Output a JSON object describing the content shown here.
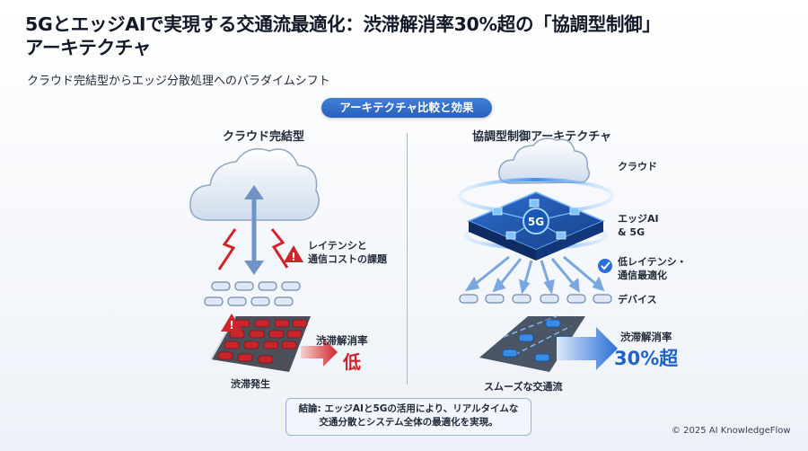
{
  "header": {
    "title_line1": "5GとエッジAIで実現する交通流最適化：渋滞解消率30%超の「協調型制御」",
    "title_line2": "アーキテクチャ",
    "subtitle": "クラウド完結型からエッジ分散処理へのパラダイムシフト"
  },
  "badge": "アーキテクチャ比較と効果",
  "left_panel": {
    "heading": "クラウド完結型",
    "issue_label_line1": "レイテンシと",
    "issue_label_line2": "通信コストの課題",
    "rate_label": "渋滞解消率",
    "rate_value": "低",
    "caption": "渋滞発生"
  },
  "right_panel": {
    "heading": "協調型制御アーキテクチャ",
    "cloud_label": "クラウド",
    "edge_label_line1": "エッジAI",
    "edge_label_line2": "& 5G",
    "chip_text": "5G",
    "benefit_label_line1": "低レイテンシ・",
    "benefit_label_line2": "通信最適化",
    "devices_label": "デバイス",
    "rate_label": "渋滞解消率",
    "rate_value": "30%超",
    "caption": "スムーズな交通流"
  },
  "conclusion_line1": "結論: エッジAIと5Gの活用により、リアルタイムな",
  "conclusion_line2": "交通分散とシステム全体の最適化を実現。",
  "copyright": "© 2025 AI KnowledgeFlow",
  "colors": {
    "accent_blue": "#2a6fd6",
    "warning_red": "#d0242a",
    "warning_yellow": "#f2b600"
  }
}
